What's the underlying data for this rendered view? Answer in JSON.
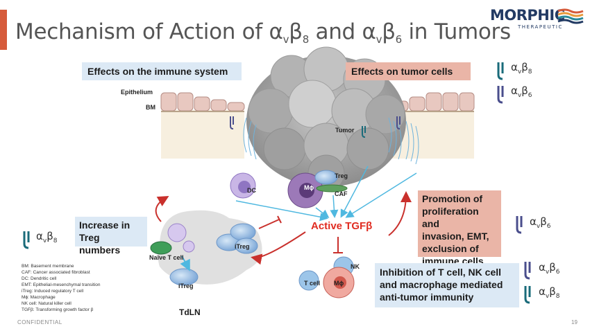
{
  "slide": {
    "title_parts": {
      "prefix": "Mechanism of Action of α",
      "s1": "v",
      "m1": "β",
      "s2": "8",
      "mid": " and α",
      "s3": "v",
      "m2": "β",
      "s4": "6",
      "suffix": " in Tumors"
    },
    "footer_left": "CONFIDENTIAL",
    "footer_right": "19"
  },
  "logo": {
    "name": "MORPHIC",
    "sub": "THERAPEUTIC"
  },
  "boxes": {
    "immune": "Effects on the immune system",
    "tumor": "Effects on tumor cells",
    "treg": [
      "Increase in",
      "Treg numbers"
    ],
    "promotion": [
      "Promotion of",
      "proliferation and",
      "invasion, EMT,",
      "exclusion of",
      "immune cells"
    ],
    "inhibition": [
      "Inhibition of T cell, NK cell",
      "and macrophage mediated",
      "anti-tumor immunity"
    ]
  },
  "labels": {
    "epithelium": "Epithelium",
    "bm": "BM",
    "tumor": "Tumor",
    "dc": "DC",
    "mphi": "Mϕ",
    "treg": "Treg",
    "caf": "CAF",
    "active_tgf": "Active TGFβ",
    "naive": "Naïve T cell",
    "itreg1": "iTreg",
    "itreg2": "iTreg",
    "tdln": "TdLN",
    "nk": "NK",
    "tcell": "T cell",
    "mphi2": "Mϕ"
  },
  "integrins": {
    "av": "α",
    "v": "v",
    "b": "β",
    "n8": "8",
    "n6": "6"
  },
  "legend": [
    "BM: Basement membrane",
    "CAF: Cancer associated fibroblast",
    "DC: Dendritic cell",
    "EMT: Epithelial-mesenchymal transition",
    "iTreg: Induced regulatory T cell",
    "Mϕ: Macrophage",
    "NK cell: Natural killer cell",
    "TGFβ: Transforming growth factor β"
  ],
  "colors": {
    "accent": "#d65b3b",
    "blue_box": "#dce9f5",
    "pink_box": "#eab5a7",
    "tgf_red": "#e02b20",
    "beta8": "#1a6b7a",
    "beta6": "#4a4e8c"
  }
}
